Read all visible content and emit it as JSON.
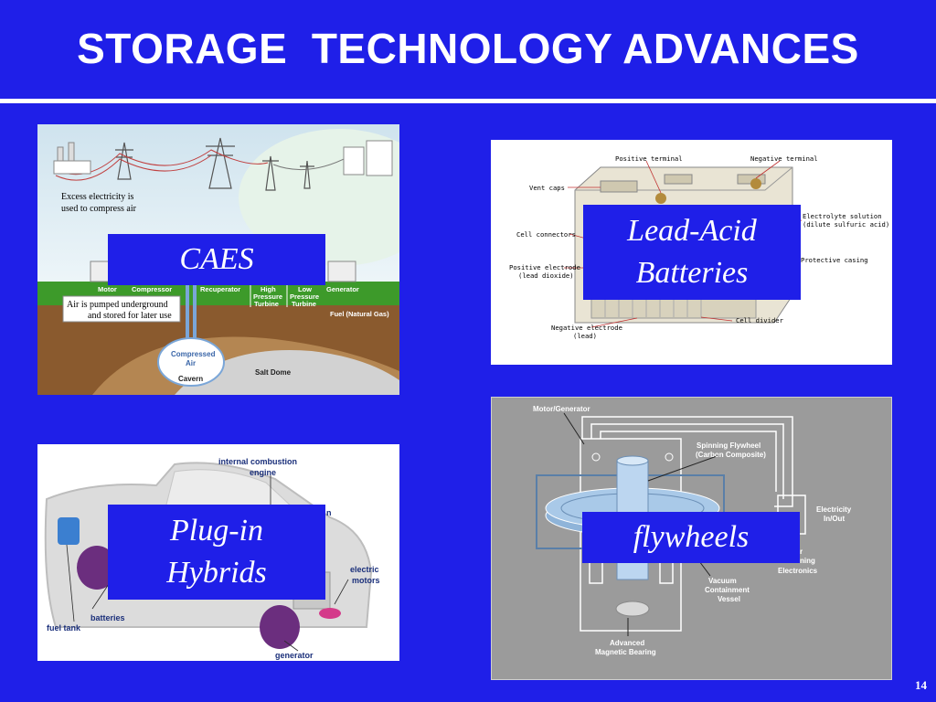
{
  "slide": {
    "title": "STORAGE  TECHNOLOGY ADVANCES",
    "page_number": "14",
    "background_color": "#1f1fe8"
  },
  "caes": {
    "callout": "CAES",
    "note_excess_1": "Excess electricity is",
    "note_excess_2": "used to compress air",
    "note_pumped_1": "Air is pumped underground",
    "note_pumped_2": "and stored for later use",
    "labels": {
      "motor": "Motor",
      "compressor": "Compressor",
      "recuperator": "Recuperator",
      "high_1": "High",
      "high_2": "Pressure",
      "high_3": "Turbine",
      "low_1": "Low",
      "low_2": "Pressure",
      "low_3": "Turbine",
      "generator": "Generator",
      "fuel": "Fuel (Natural Gas)",
      "compressed_1": "Compressed",
      "compressed_2": "Air",
      "cavern": "Cavern",
      "salt_dome": "Salt Dome"
    }
  },
  "lead_acid": {
    "callout_line1": "Lead-Acid",
    "callout_line2": "Batteries",
    "labels": {
      "positive_terminal": "Positive terminal",
      "negative_terminal": "Negative terminal",
      "vent_caps": "Vent caps",
      "electrolyte_1": "Electrolyte solution",
      "electrolyte_2": "(dilute sulfuric acid)",
      "cell_connectors": "Cell connectors",
      "protective_casing": "Protective casing",
      "positive_electrode_1": "Positive electrode",
      "positive_electrode_2": "(lead dioxide)",
      "cell_divider": "Cell divider",
      "negative_electrode_1": "Negative electrode",
      "negative_electrode_2": "(lead)"
    }
  },
  "hybrid": {
    "callout_line1": "Plug-in",
    "callout_line2": "Hybrids",
    "labels": {
      "ice_1": "internal combustion",
      "ice_2": "engine",
      "n_fragment": "n",
      "electric_1": "electric",
      "electric_2": "motors",
      "batteries": "batteries",
      "fuel_tank": "fuel tank",
      "generator": "generator"
    }
  },
  "flywheel": {
    "callout": "flywheels",
    "labels": {
      "motor_generator": "Motor/Generator",
      "spinning_1": "Spinning Flywheel",
      "spinning_2": "(Carbon Composite)",
      "electricity_1": "Electricity",
      "electricity_2": "In/Out",
      "r_fragment": "r",
      "ning": "ning",
      "electronics": "Electronics",
      "vacuum_1": "Vacuum",
      "vacuum_2": "Containment",
      "vacuum_3": "Vessel",
      "advanced_1": "Advanced",
      "advanced_2": "Magnetic Bearing"
    }
  }
}
